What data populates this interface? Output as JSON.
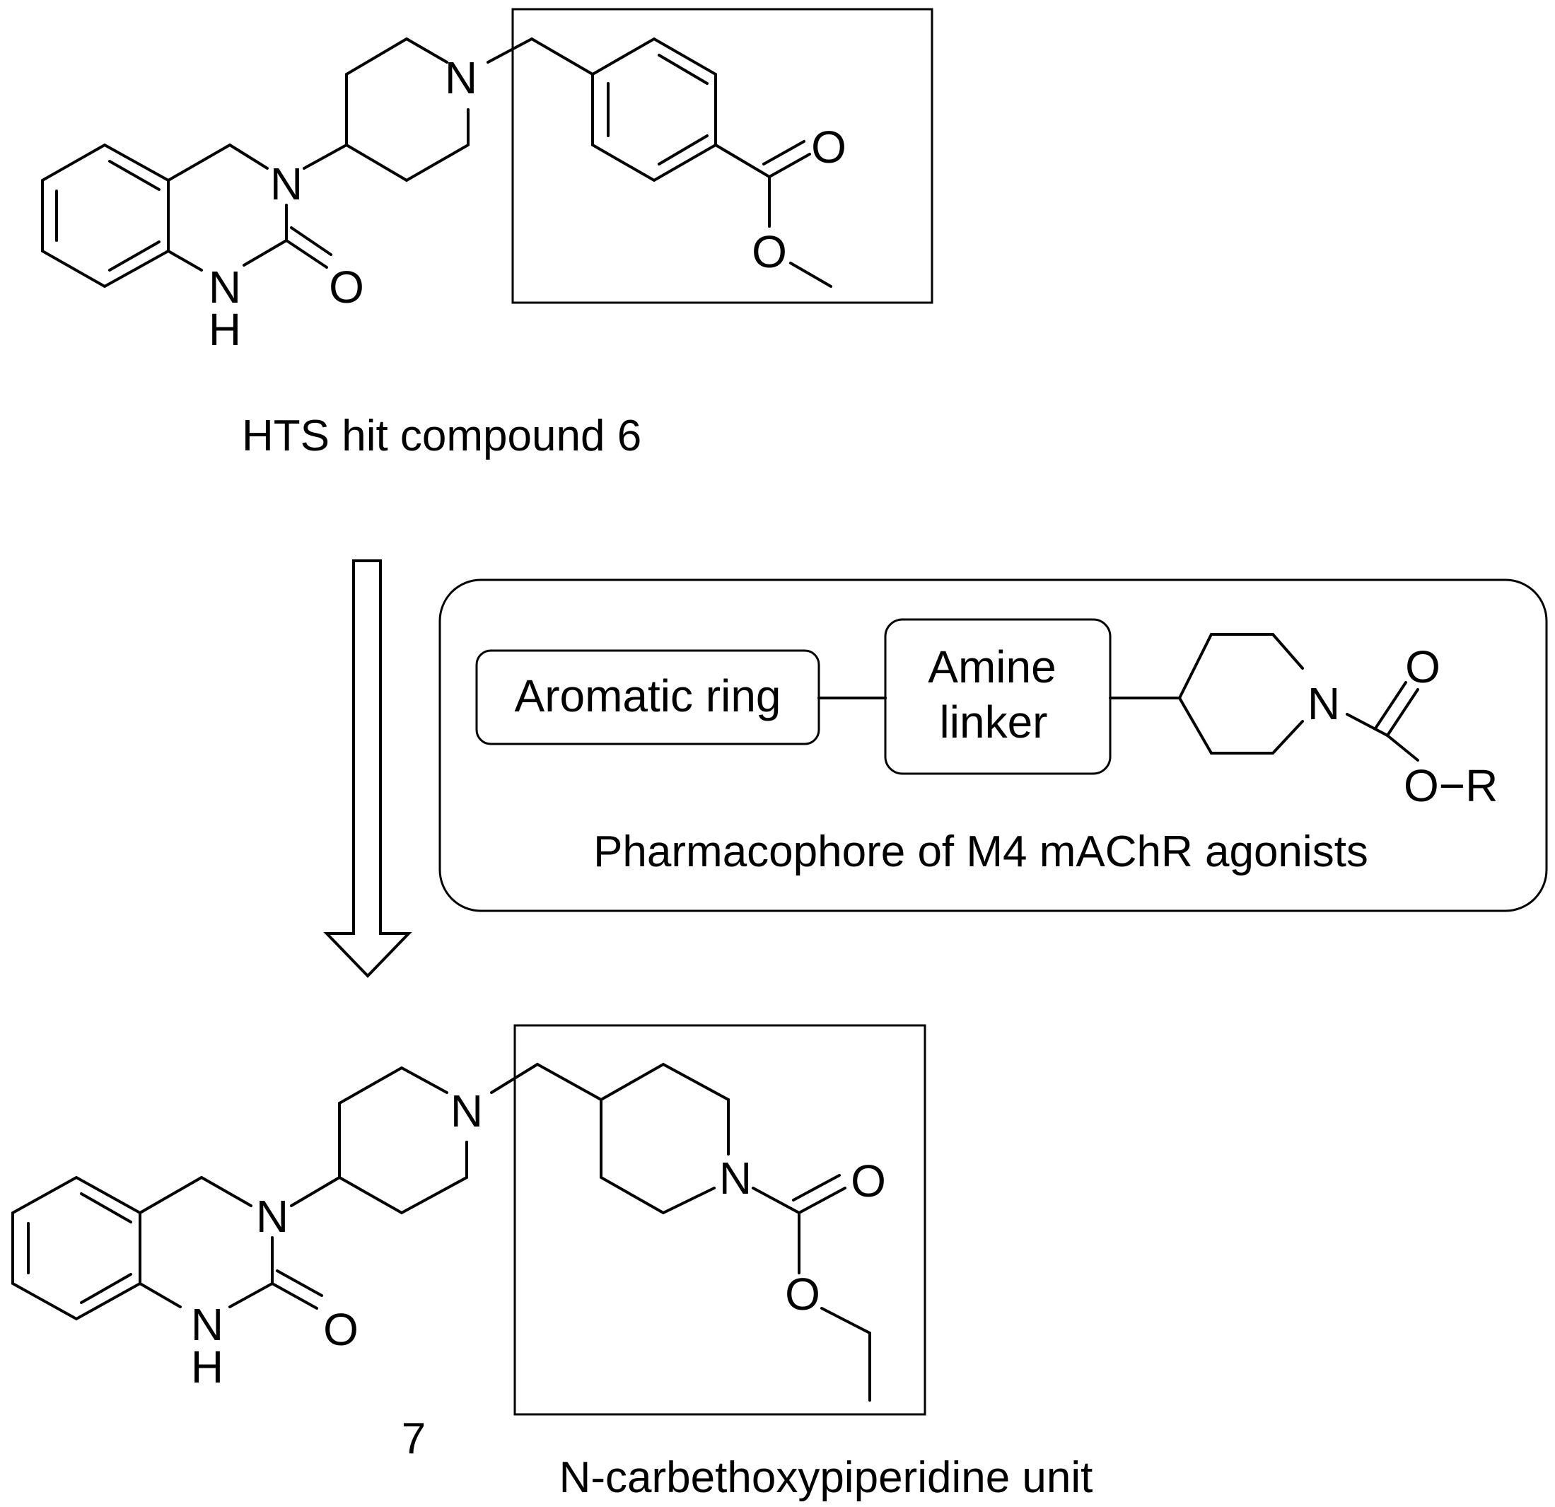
{
  "compound_top": {
    "caption": "HTS hit compound 6",
    "atoms": {
      "n_pip": "N",
      "n_ring": "N",
      "nh_n": "N",
      "nh_h": "H",
      "o_carbonyl": "O",
      "o_ester_dbl": "O",
      "o_ester": "O"
    }
  },
  "pharmacophore": {
    "aromatic_label": "Aromatic ring",
    "amine_label_line1": "Amine",
    "amine_label_line2": "linker",
    "atoms": {
      "n": "N",
      "o_dbl": "O",
      "o_r": "O−R"
    },
    "caption": "Pharmacophore of M4 mAChR agonists"
  },
  "compound_bottom": {
    "number": "7",
    "unit_caption": "N-carbethoxypiperidine unit",
    "atoms": {
      "n_pip": "N",
      "n_ring": "N",
      "nh_n": "N",
      "nh_h": "H",
      "o_carbonyl": "O",
      "n_pip2": "N",
      "o_dbl": "O",
      "o_ester": "O"
    }
  }
}
